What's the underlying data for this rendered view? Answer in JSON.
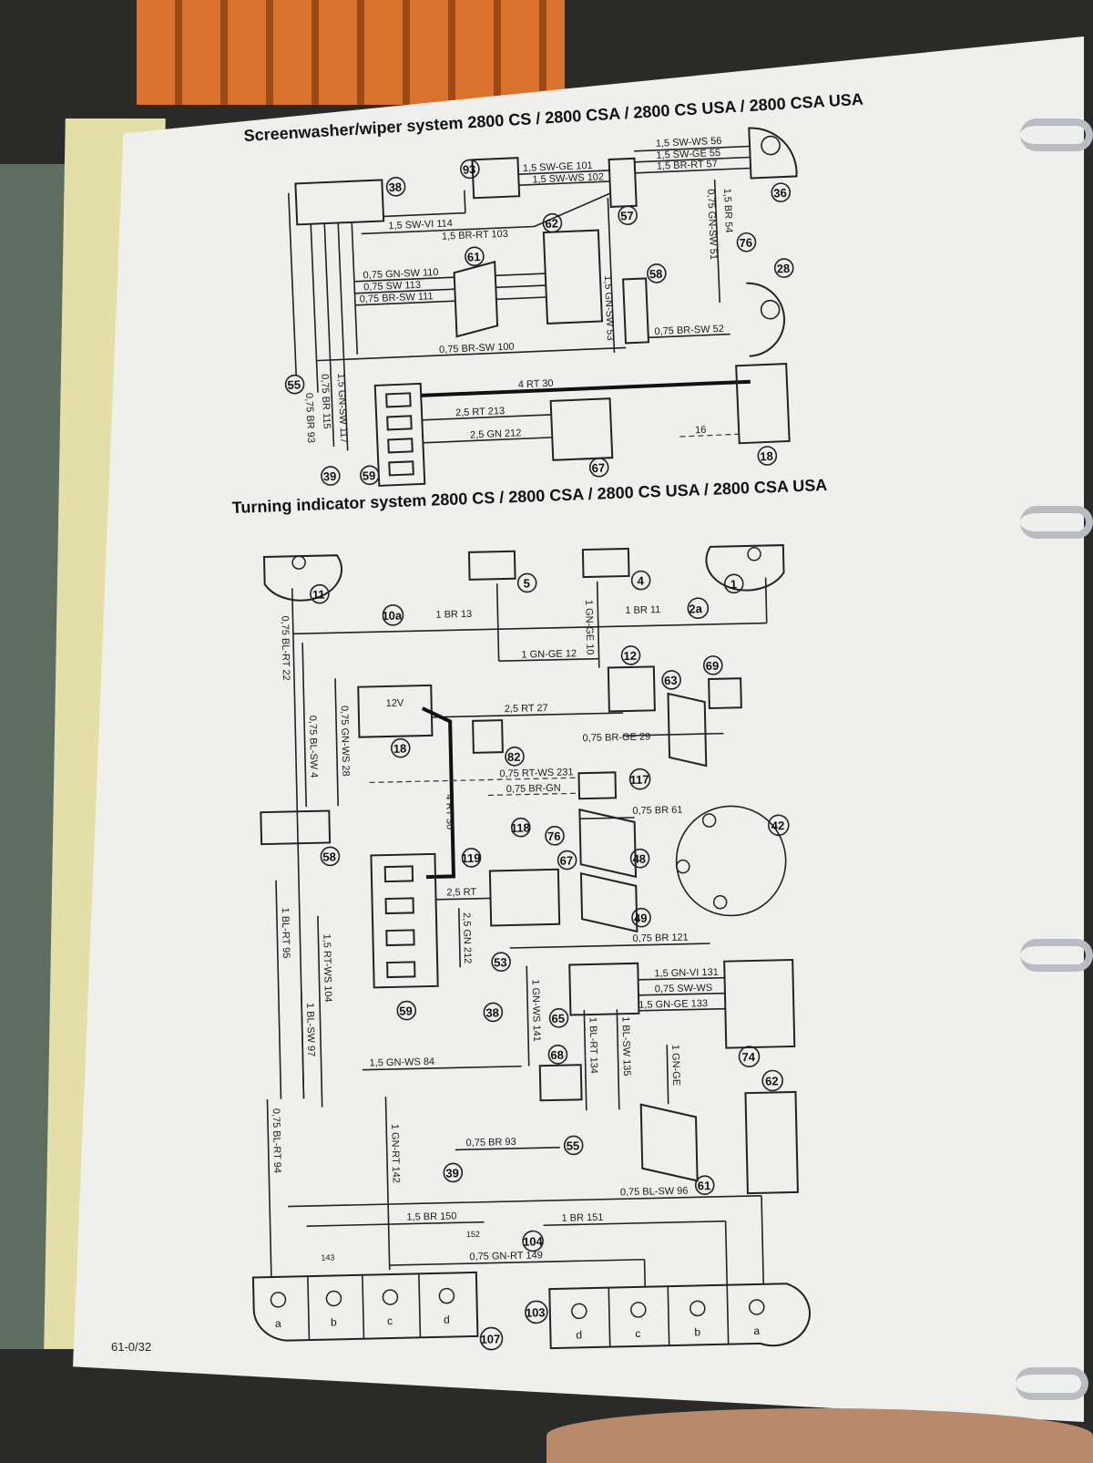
{
  "titles": {
    "wiper": "Screenwasher/wiper system 2800 CS / 2800 CSA / 2800 CS USA / 2800 CSA USA",
    "turn": "Turning indicator system 2800 CS / 2800 CSA / 2800 CS USA / 2800 CSA USA"
  },
  "page_number": "61-0/32",
  "wiper_components": {
    "c38": "38",
    "c93": "93",
    "c57": "57",
    "c36": "36",
    "c62": "62",
    "c61": "61",
    "c58": "58",
    "c76": "76",
    "c28": "28",
    "c55": "55",
    "c39": "39",
    "c59": "59",
    "c67": "67",
    "c18": "18"
  },
  "wiper_wires": {
    "w1": "1,5 SW-WS 56",
    "w2": "1,5 SW-GE 55",
    "w3": "1,5 BR-RT 57",
    "w4": "1,5 SW-GE 101",
    "w5": "1,5 SW-WS 102",
    "w6": "1,5 SW-VI 114",
    "w7": "1,5 BR-RT 103",
    "w8": "0,75 GN-SW 110",
    "w9": "0,75 SW 113",
    "w10": "0,75 BR-SW 111",
    "w11": "0,75 BR-SW 100",
    "w12": "0,75 BR-SW 52",
    "w13": "4 RT 30",
    "w14": "2,5 RT 213",
    "w15": "2,5 GN 212",
    "w16": "1,5 GN-SW 53",
    "w17": "0,75 GN-SW 51",
    "w18": "1,5 BR 54",
    "w19": "1,5 GN-SW 117",
    "w20": "0,75 BR 115",
    "w21": "0,75 BR 93",
    "w22": "16"
  },
  "turn_components": {
    "c11": "11",
    "c10a": "10a",
    "c5": "5",
    "c4": "4",
    "c2a": "2a",
    "c1": "1",
    "c12": "12",
    "c69": "69",
    "c63": "63",
    "c18": "18",
    "c82": "82",
    "c117": "117",
    "c76": "76",
    "c118": "118",
    "c119": "119",
    "c67": "67",
    "c48": "48",
    "c42": "42",
    "c58": "58",
    "c49": "49",
    "c53": "53",
    "c59": "59",
    "c38": "38",
    "c65": "65",
    "c68": "68",
    "c74": "74",
    "c62": "62",
    "c61": "61",
    "c55": "55",
    "c39": "39",
    "c104": "104",
    "c107": "107",
    "c103": "103"
  },
  "turn_wires": {
    "w1": "0,75 BL-RT 22",
    "w2": "1 BR 13",
    "w3": "1 GN-GE 10",
    "w4": "1 BR 11",
    "w5": "1 GN-GE 12",
    "w6": "2,5 RT 27",
    "w7": "0,75 BR-GE 29",
    "w8": "0,75 GN-WS 28",
    "w9": "0,75 BL-SW 4",
    "w10": "0,75 RT-WS 231",
    "w11": "0,75 BR-GN",
    "w12": "4 RT 30",
    "w13": "0,75 BR 61",
    "w14": "2,5 RT",
    "w15": "2,5 GN 212",
    "w16": "0,75 BR 121",
    "w17": "1,5 GN-VI 131",
    "w18": "0,75 SW-WS",
    "w19": "1,5 GN-GE 133",
    "w20": "1,5 RT-WS 104",
    "w21": "1 BL-SW 97",
    "w22": "1 BL-RT 95",
    "w23": "1,5 GN-WS 84",
    "w24": "1 GN-WS 141",
    "w25": "1 BL-RT 134",
    "w26": "1 BL-SW 135",
    "w27": "1 GN-GE",
    "w28": "1 GN-RT 142",
    "w29": "0,75 BR 93",
    "w30": "0,75 BL-RT 94",
    "w31": "1,5 BR 150",
    "w32": "1 BR 151",
    "w33": "0,75 BL-SW 96",
    "w34": "0,75 GN-RT 149",
    "w35": "12V",
    "w36": "143",
    "w37": "152"
  },
  "lamps": [
    "a",
    "b",
    "c",
    "d"
  ]
}
